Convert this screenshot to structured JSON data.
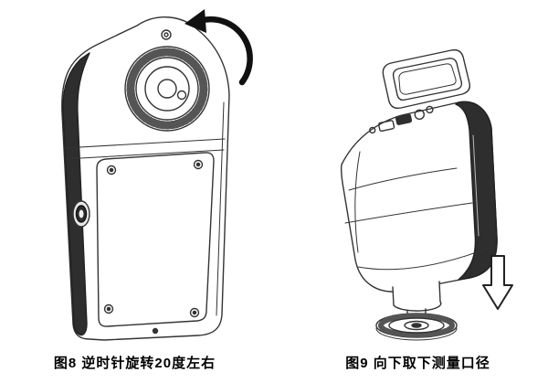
{
  "page": {
    "background": "#ffffff"
  },
  "colors": {
    "line": "#333333",
    "dark_fill": "#2e2e2e",
    "text": "#000000"
  },
  "figures": [
    {
      "caption": "图8 逆时针旋转20度左右"
    },
    {
      "caption": "图9 向下取下测量口径"
    }
  ],
  "icons": {
    "fig8_arrow": "counterclockwise-rotation-arrow",
    "fig9_arrow": "downward-arrow"
  }
}
